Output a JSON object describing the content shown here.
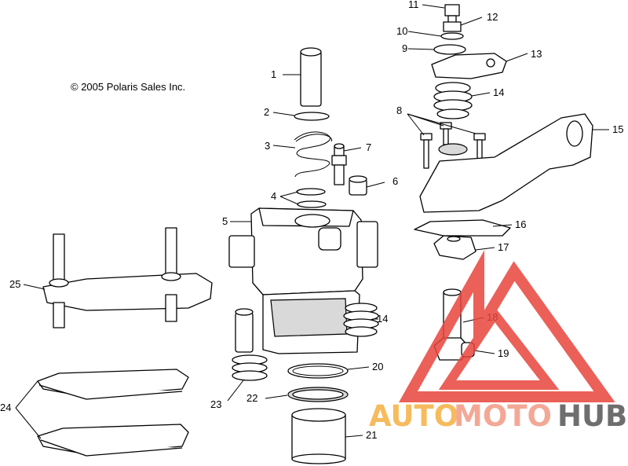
{
  "copyright": "© 2005 Polaris Sales Inc.",
  "callouts": [
    "1",
    "2",
    "3",
    "4",
    "5",
    "6",
    "7",
    "8",
    "9",
    "10",
    "11",
    "12",
    "13",
    "14",
    "14",
    "15",
    "16",
    "17",
    "18",
    "19",
    "20",
    "21",
    "22",
    "23",
    "24",
    "25"
  ],
  "watermark": {
    "part1": "AUTO",
    "part2": "MOTO",
    "part3": "HUB",
    "color1": "#f5b041",
    "color2": "#f29a84",
    "color3": "#555555",
    "triangle_color": "#e8453c"
  }
}
